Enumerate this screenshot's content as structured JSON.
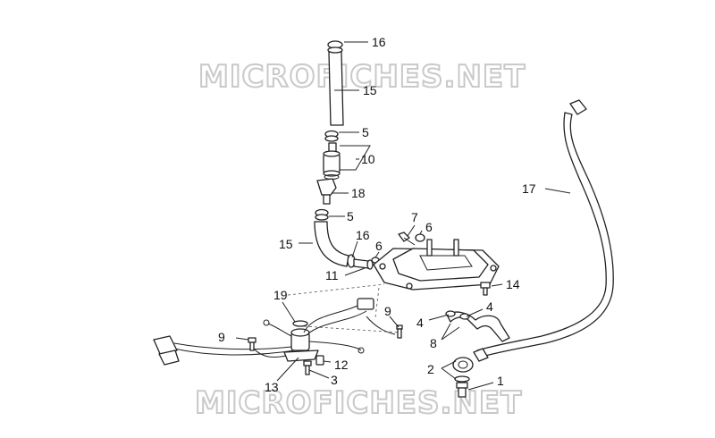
{
  "watermark": {
    "top": "MICROFICHES.NET",
    "bottom": "MICROFICHES.NET"
  },
  "labels": {
    "p1": "1",
    "p2": "2",
    "p3": "3",
    "p4a": "4",
    "p4b": "4",
    "p5a": "5",
    "p5b": "5",
    "p6a": "6",
    "p6b": "6",
    "p7": "7",
    "p8": "8",
    "p9a": "9",
    "p9b": "9",
    "p10": "10",
    "p11": "11",
    "p12": "12",
    "p13": "13",
    "p14": "14",
    "p15a": "15",
    "p15b": "15",
    "p16a": "16",
    "p16b": "16",
    "p17": "17",
    "p18": "18",
    "p19": "19"
  }
}
